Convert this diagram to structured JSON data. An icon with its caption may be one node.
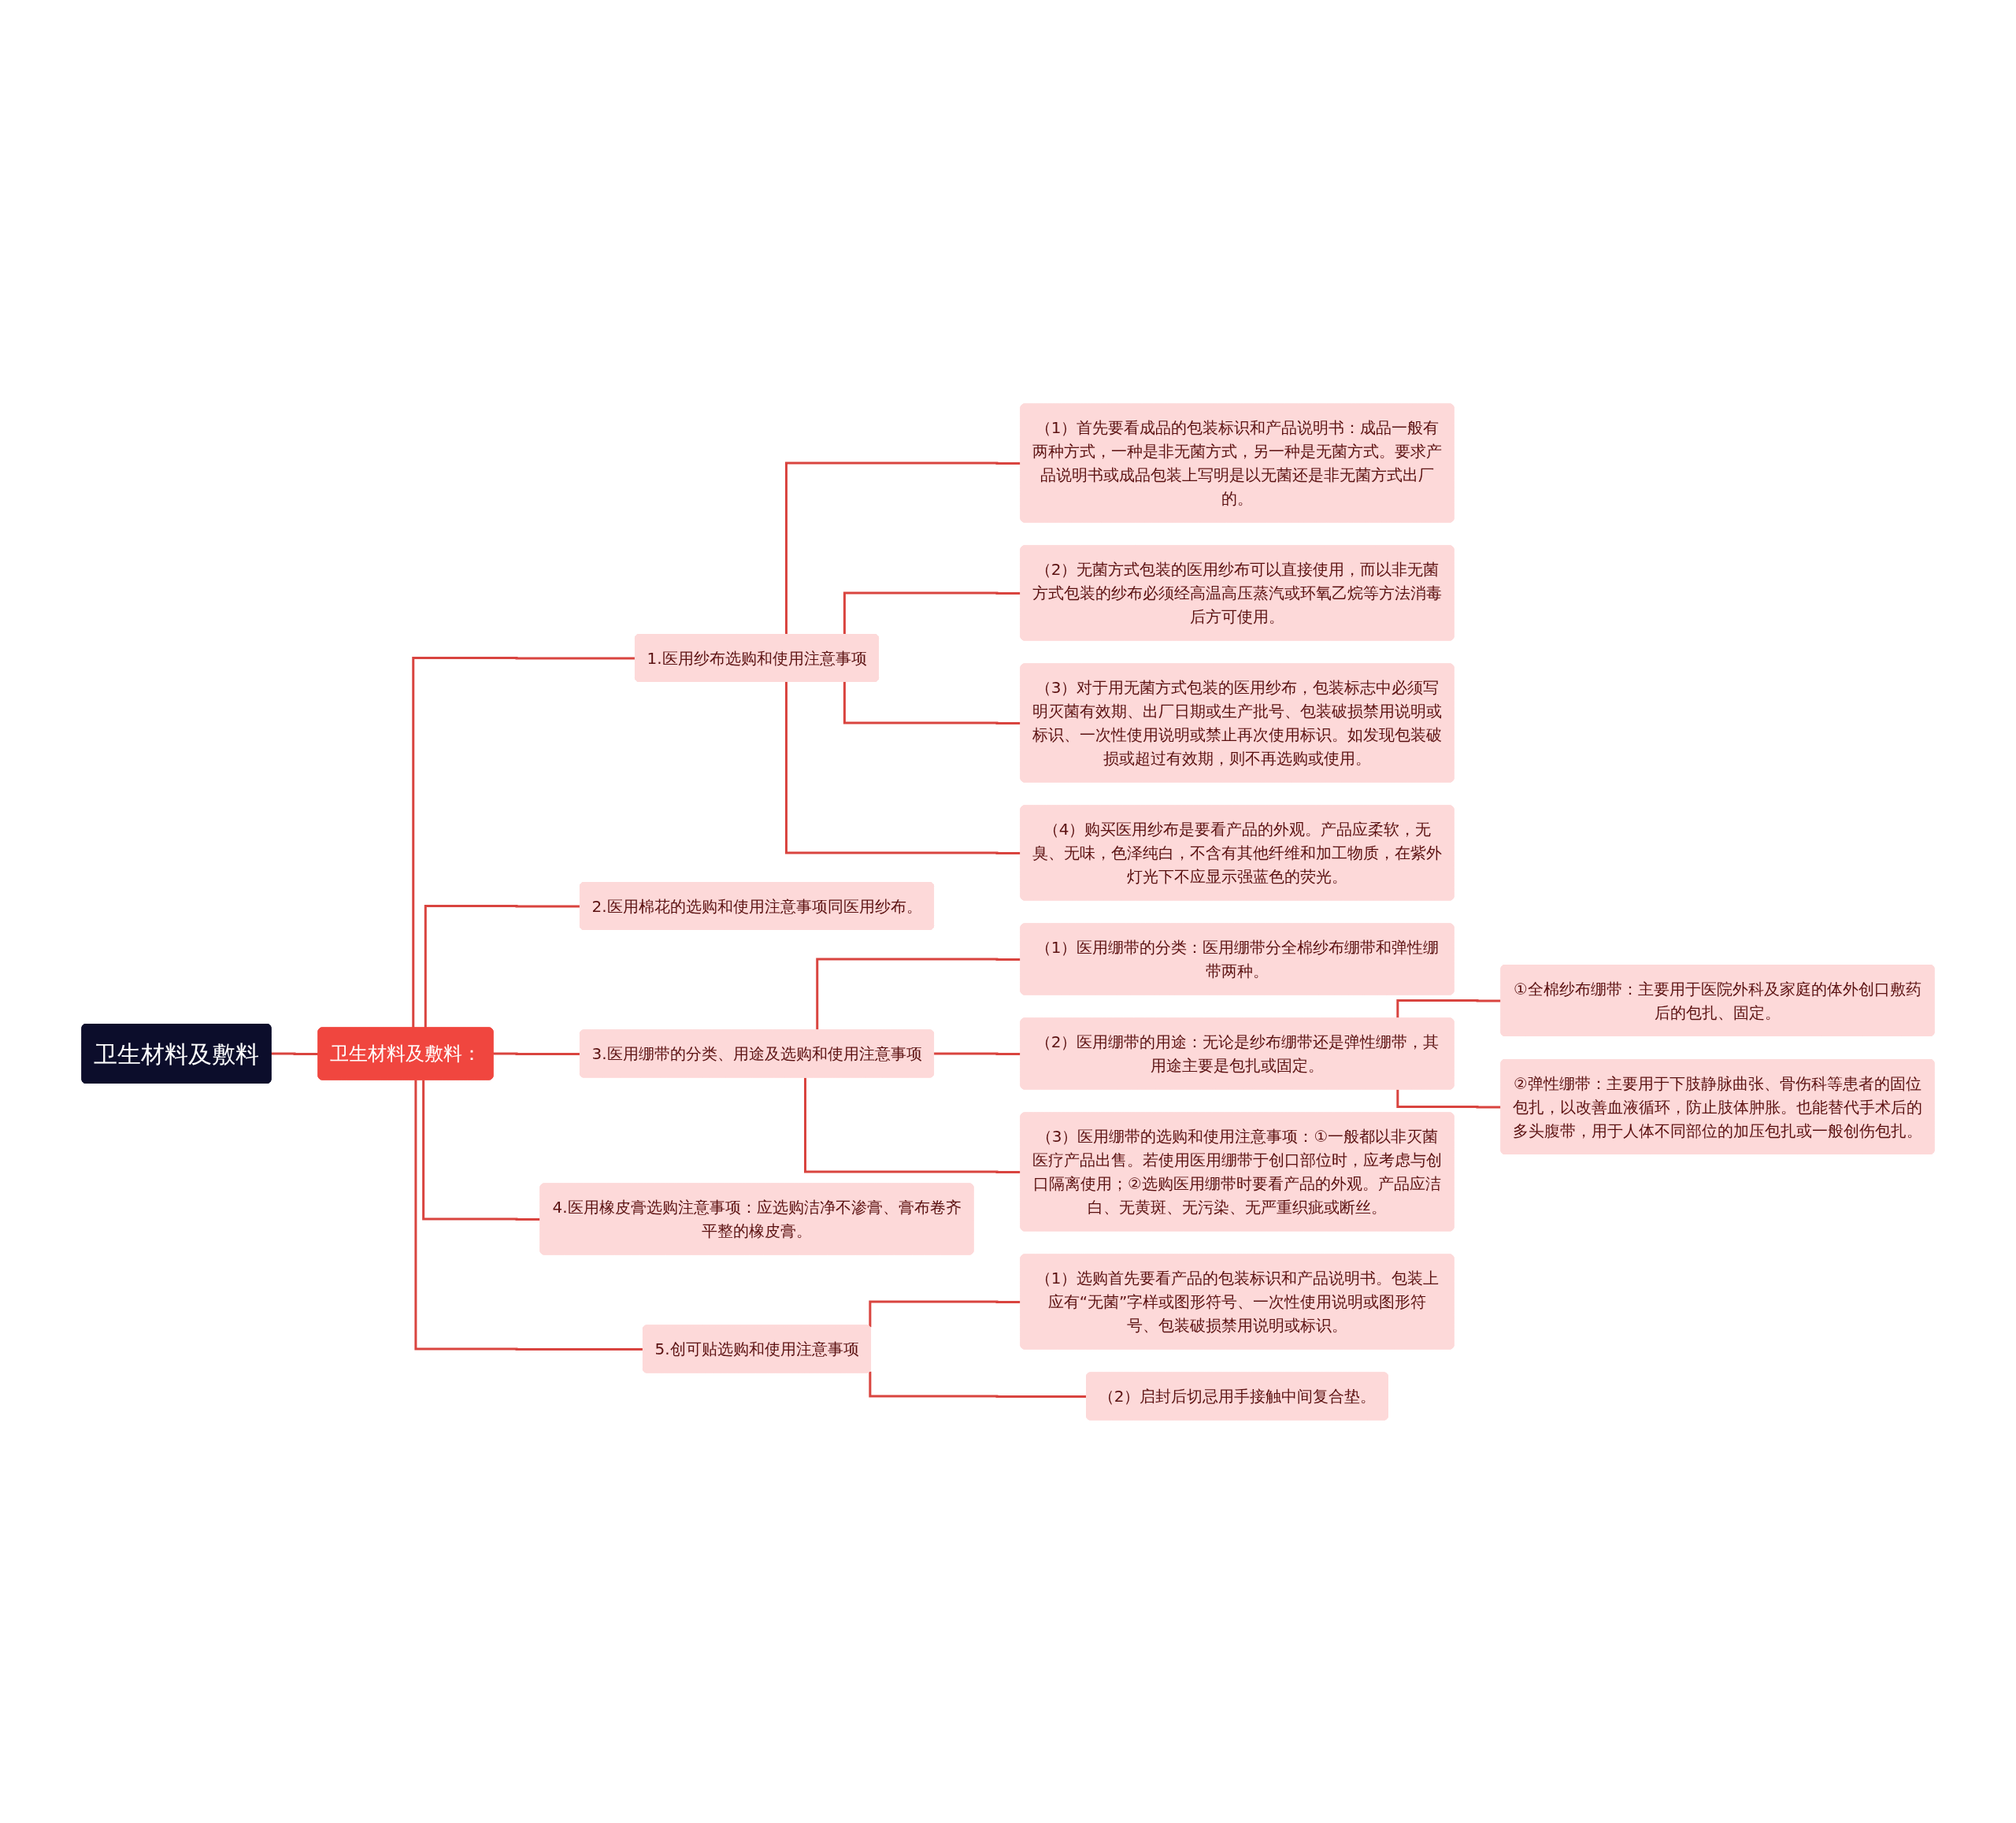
{
  "diagram": {
    "nodes": [
      {
        "text": [
          "卫生材料及敷料"
        ]
      },
      {
        "text": [
          "卫生材料及敷料："
        ]
      },
      {
        "text": [
          "1.医用纱布选购和使用注意事项"
        ]
      },
      {
        "text": [
          "（1）首先要看成品的包装标识和产品说明书：成品一般有两种方式，一种是非无菌方式，另一种是无菌方式。要求产品说明书或成品包装上写明是以无菌还是非无菌方式出厂的。"
        ]
      },
      {
        "text": [
          "（2）无菌方式包装的医用纱布可以直接使用，而以非无菌方式包装的纱布必须经高温高压蒸汽或环氧乙烷等方法消毒后方可使用。"
        ]
      },
      {
        "text": [
          "（3）对于用无菌方式包装的医用纱布，包装标志中必须写明灭菌有效期、出厂日期或生产批号、包装破损禁用说明或标识、一次性使用说明或禁止再次使用标识。如发现包装破损或超过有效期，则不再选购或使用。"
        ]
      },
      {
        "text": [
          "（4）购买医用纱布是要看产品的外观。产品应柔软，无臭、无味，色泽纯白，不含有其他纤维和加工物质，在紫外灯光下不应显示强蓝色的荧光。"
        ]
      },
      {
        "text": [
          "2.医用棉花的选购和使用注意事项同医用纱布。"
        ]
      },
      {
        "text": [
          "3.医用绷带的分类、用途及选购和使用注意事项"
        ]
      },
      {
        "text": [
          "（1）医用绷带的分类：医用绷带分全棉纱布绷带和弹性绷带两种。"
        ]
      },
      {
        "text": [
          "（2）医用绷带的用途：无论是纱布绷带还是弹性绷带，其用途主要是包扎或固定。"
        ]
      },
      {
        "text": [
          "①全棉纱布绷带：主要用于医院外科及家庭的体外创口敷药后的包扎、固定。"
        ]
      },
      {
        "text": [
          "②弹性绷带：主要用于下肢静脉曲张、骨伤科等患者的固位包扎，以改善血液循环，防止肢体肿胀。也能替代手术后的多头腹带，用于人体不同部位的加压包扎或一般创伤包扎。"
        ]
      },
      {
        "text": [
          "（3）医用绷带的选购和使用注意事项：①一般都以非灭菌医疗产品出售。若使用医用绷带于创口部位时，应考虑与创口隔离使用；②选购医用绷带时要看产品的外观。产品应洁白、无黄斑、无污染、无严重织疵或断丝。"
        ]
      },
      {
        "text": [
          "4.医用橡皮膏选购注意事项：应选购洁净不渗膏、膏布卷齐平整的橡皮膏。"
        ]
      },
      {
        "text": [
          "5.创可贴选购和使用注意事项"
        ]
      },
      {
        "text": [
          "（1）选购首先要看产品的包装标识和产品说明书。包装上应有“无菌”字样或图形符号、一次性使用说明或图形符号、包装破损禁用说明或标识。"
        ]
      },
      {
        "text": [
          "（2）启封后切忌用手接触中间复合垫。"
        ]
      }
    ],
    "edges": [
      {
        "from": 0,
        "to": 1,
        "arrow": "none"
      },
      {
        "from": 1,
        "to": 2,
        "arrow": "none"
      },
      {
        "from": 2,
        "to": 3,
        "arrow": "none"
      },
      {
        "from": 2,
        "to": 4,
        "arrow": "none"
      },
      {
        "from": 2,
        "to": 5,
        "arrow": "none"
      },
      {
        "from": 2,
        "to": 6,
        "arrow": "none"
      },
      {
        "from": 1,
        "to": 7,
        "arrow": "none"
      },
      {
        "from": 1,
        "to": 8,
        "arrow": "none"
      },
      {
        "from": 8,
        "to": 9,
        "arrow": "none"
      },
      {
        "from": 8,
        "to": 10,
        "arrow": "none"
      },
      {
        "from": 10,
        "to": 11,
        "arrow": "none"
      },
      {
        "from": 10,
        "to": 12,
        "arrow": "none"
      },
      {
        "from": 8,
        "to": 13,
        "arrow": "none"
      },
      {
        "from": 1,
        "to": 14,
        "arrow": "none"
      },
      {
        "from": 1,
        "to": 15,
        "arrow": "none"
      },
      {
        "from": 15,
        "to": 16,
        "arrow": "none"
      },
      {
        "from": 15,
        "to": 17,
        "arrow": "none"
      }
    ]
  }
}
